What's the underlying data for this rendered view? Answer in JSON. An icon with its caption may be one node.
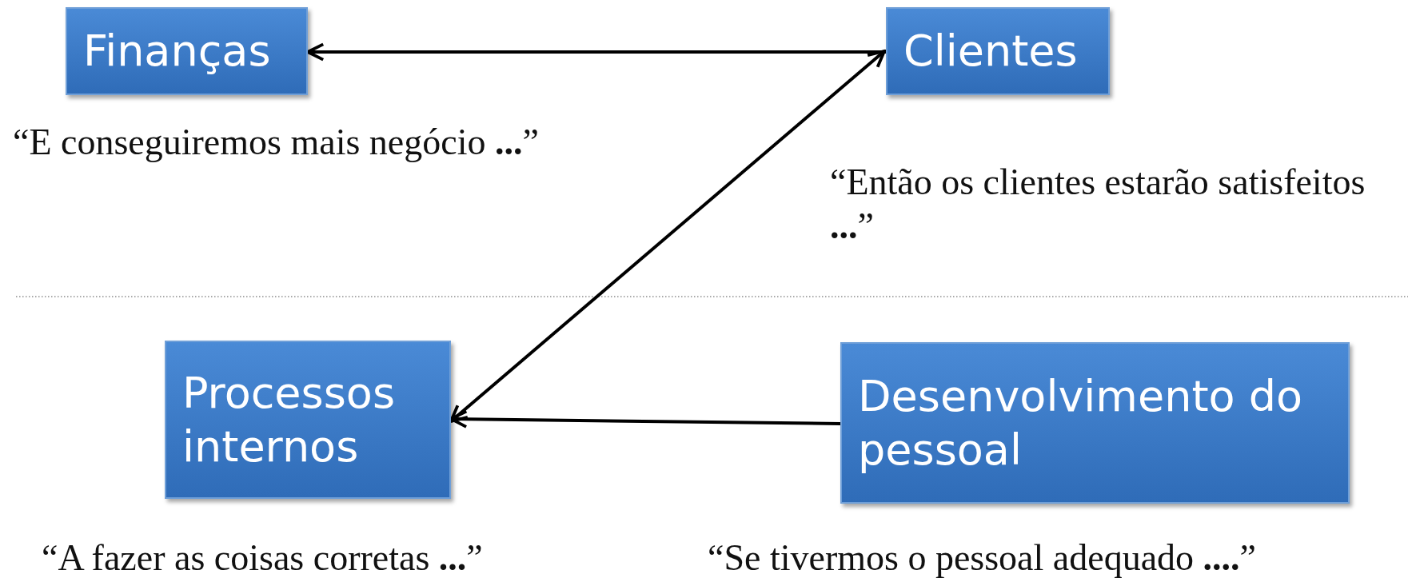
{
  "diagram": {
    "nodes": [
      {
        "text": [
          "Finanças"
        ],
        "beside": [
          "“E conseguiremos mais negócio **...**”"
        ]
      },
      {
        "text": [
          "Clientes"
        ],
        "beside": [
          "“Então os clientes estarão satisfeitos **...**”"
        ]
      },
      {
        "text": [
          "Processos internos"
        ],
        "beside": [
          "“A fazer as coisas corretas **...**”"
        ]
      },
      {
        "text": [
          "Desenvolvimento do pessoal"
        ],
        "beside": [
          "“Se tivermos o pessoal adequado **....**”"
        ]
      }
    ],
    "edges": [
      {
        "from": 1,
        "to": 0,
        "arrow": "to"
      },
      {
        "from": 2,
        "to": 1,
        "arrow": "both"
      },
      {
        "from": 3,
        "to": 2,
        "arrow": "to"
      }
    ]
  }
}
